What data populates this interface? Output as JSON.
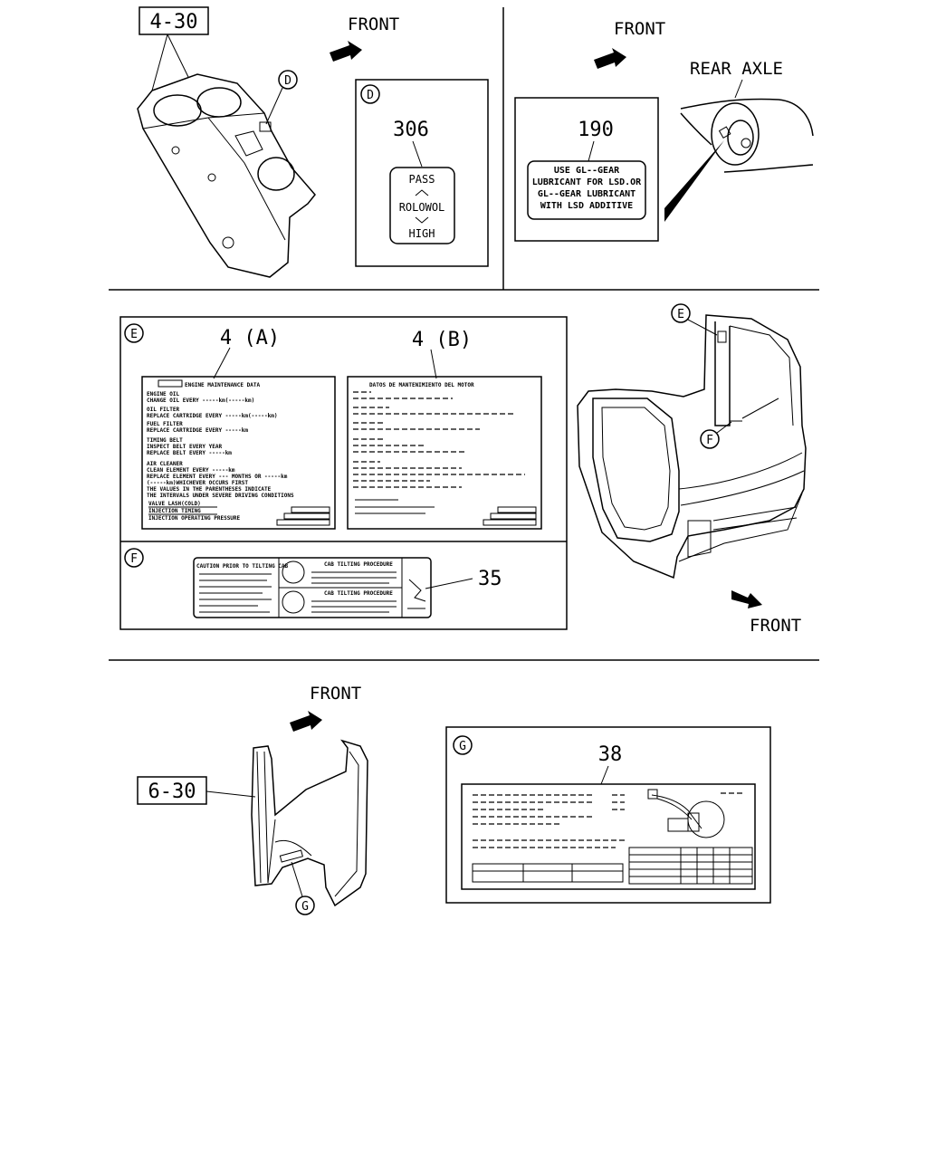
{
  "front_label": "FRONT",
  "rear_axle_label": "REAR AXLE",
  "panel_1": {
    "part_ref": "4-30",
    "callout": "D",
    "detail_part": "306",
    "switch_label": {
      "top": "PASS",
      "middle": "ROLOWOL",
      "bottom": "HIGH"
    }
  },
  "panel_2": {
    "part_ref": "190",
    "label_lines": [
      "USE GL--GEAR",
      "LUBRICANT FOR LSD.OR",
      "GL--GEAR LUBRICANT",
      "WITH LSD ADDITIVE"
    ]
  },
  "panel_3": {
    "callout_e": "E",
    "callout_f": "F",
    "part_a": "4 (A)",
    "part_b": "4 (B)",
    "part_35": "35",
    "label_a_title": "ENGINE MAINTENANCE DATA",
    "label_a_lines": [
      "ENGINE OIL",
      "CHANGE OIL EVERY -----km(-----km)",
      "OIL FILTER",
      "REPLACE CARTRIDGE EVERY -----km(-----km)",
      "FUEL FILTER",
      "REPLACE CARTRIDGE EVERY -----km",
      "TIMING BELT",
      "INSPECT BELT EVERY YEAR",
      "REPLACE BELT EVERY -----km",
      "AIR CLEANER",
      "CLEAN ELEMENT EVERY -----km",
      "REPLACE ELEMENT EVERY --- MONTHS OR -----km",
      "(-----km)WHICHEVER OCCURS FIRST",
      "THE VALUES IN THE PARENTHESES INDICATE",
      "THE INTERVALS UNDER SEVERE DRIVING CONDITIONS",
      "VALVE LASH(COLD)",
      "INJECTION TIMING",
      "INJECTION OPERATING PRESSURE"
    ],
    "label_b_title": "DATOS DE MANTENIMIENTO DEL MOTOR",
    "label_f_heading": "CAUTION PRIOR TO TILTING CAB",
    "label_f_tilt_1": "CAB TILTING PROCEDURE",
    "label_f_tilt_2": "CAB TILTING PROCEDURE"
  },
  "panel_4": {
    "part_ref": "6-30",
    "callout": "G",
    "detail_part": "38"
  }
}
